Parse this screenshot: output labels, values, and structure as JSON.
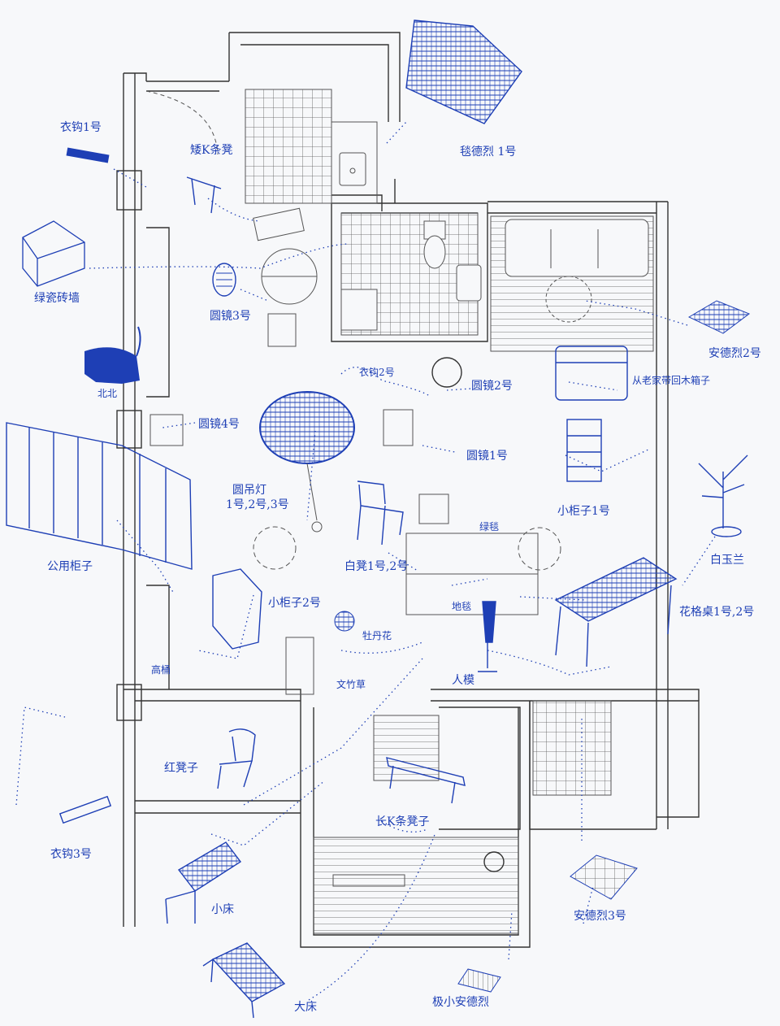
{
  "ink_color": "#1e3fb5",
  "wall_color": "#333333",
  "paper_color": "#f7f8fa",
  "labels": [
    {
      "id": "coat-hook-1",
      "text": "衣钩1号",
      "icon": "coat-hook-icon"
    },
    {
      "id": "bench-small",
      "text": "矮K条凳",
      "icon": "stool-icon"
    },
    {
      "id": "rug-1",
      "text": "毯德烈 1号",
      "icon": "rug-icon"
    },
    {
      "id": "tile-box",
      "text": "绿瓷砖墙",
      "icon": "tile-box-icon"
    },
    {
      "id": "round-mirror-3",
      "text": "圆镜3号",
      "icon": "mirror-icon"
    },
    {
      "id": "cat",
      "text": "北北",
      "icon": "cat-icon"
    },
    {
      "id": "rug-2",
      "text": "安德烈2号",
      "icon": "rug-icon"
    },
    {
      "id": "coat-hook-2",
      "text": "衣钩2号",
      "icon": "coat-hook-icon"
    },
    {
      "id": "round-mirror-2",
      "text": "圆镜2号",
      "icon": "mirror-icon"
    },
    {
      "id": "trunk",
      "text": "从老家带回木箱子",
      "icon": "trunk-icon"
    },
    {
      "id": "round-mirror-4",
      "text": "圆镜4号",
      "icon": "mirror-icon"
    },
    {
      "id": "ceiling-lamp",
      "text": "圆吊灯",
      "icon": "pendant-lamp-icon"
    },
    {
      "id": "ceiling-lamp-2",
      "text": "1号,2号,3号",
      "icon": "pendant-lamp-icon"
    },
    {
      "id": "small-cabinet-1",
      "text": "小柜子1号",
      "icon": "cabinet-icon"
    },
    {
      "id": "round-mirror-1",
      "text": "圆镜1号",
      "icon": "mirror-icon"
    },
    {
      "id": "plant-tree",
      "text": "白玉兰",
      "icon": "plant-icon"
    },
    {
      "id": "wardrobe",
      "text": "公用柜子",
      "icon": "wardrobe-icon"
    },
    {
      "id": "chair-white",
      "text": "白凳1号,2号",
      "icon": "chair-icon"
    },
    {
      "id": "stool-1",
      "text": "绿毯",
      "icon": "plant-icon"
    },
    {
      "id": "small-cabinet-2",
      "text": "小柜子2号",
      "icon": "cabinet-icon"
    },
    {
      "id": "carpet",
      "text": "地毯",
      "icon": "rug-icon"
    },
    {
      "id": "table",
      "text": "花格桌1号,2号",
      "icon": "table-icon"
    },
    {
      "id": "plant-lily",
      "text": "牡丹花",
      "icon": "plant-icon"
    },
    {
      "id": "plant-high",
      "text": "高桶",
      "icon": "plant-icon"
    },
    {
      "id": "plant-grass",
      "text": "文竹草",
      "icon": "plant-icon"
    },
    {
      "id": "mannequin",
      "text": "人模",
      "icon": "mannequin-icon"
    },
    {
      "id": "chair-red",
      "text": "红凳子",
      "icon": "chair-icon"
    },
    {
      "id": "coat-hook-3",
      "text": "衣钩3号",
      "icon": "coat-hook-icon"
    },
    {
      "id": "bench-long",
      "text": "长K条凳子",
      "icon": "bench-icon"
    },
    {
      "id": "bed-small",
      "text": "小床",
      "icon": "bed-icon"
    },
    {
      "id": "rug-3",
      "text": "安德烈3号",
      "icon": "rug-icon"
    },
    {
      "id": "bed-big",
      "text": "大床",
      "icon": "bed-icon"
    },
    {
      "id": "rug-small",
      "text": "极小安德烈",
      "icon": "rug-icon"
    }
  ]
}
